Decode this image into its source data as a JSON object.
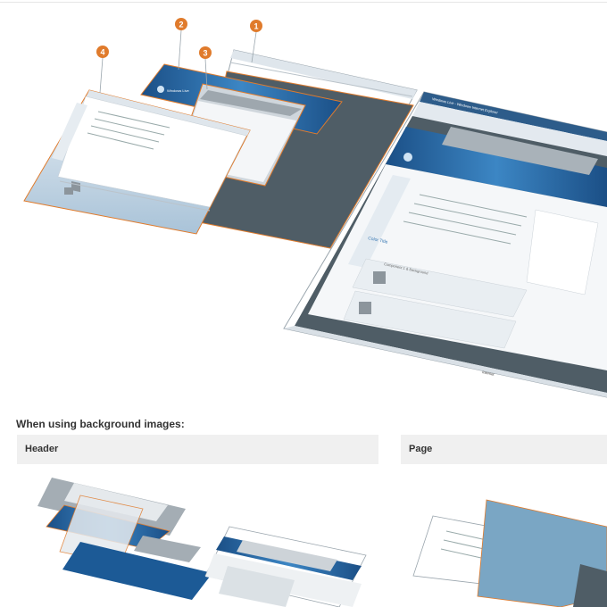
{
  "callouts": [
    "1",
    "2",
    "3",
    "4"
  ],
  "section_title": "When using background images:",
  "panels": {
    "header": "Header",
    "page": "Page"
  },
  "browser": {
    "title": "Windows Live - Windows Internet Explorer",
    "logo": "Windows Live",
    "color_title": "Color Title",
    "component_bg": "Component 1 & Background",
    "status": "Internet"
  },
  "colors": {
    "callout": "#e07b2c",
    "header_blue": "#1c5a96",
    "frame_dark": "#4f5d66",
    "page_blue": "#7aa6c4"
  }
}
